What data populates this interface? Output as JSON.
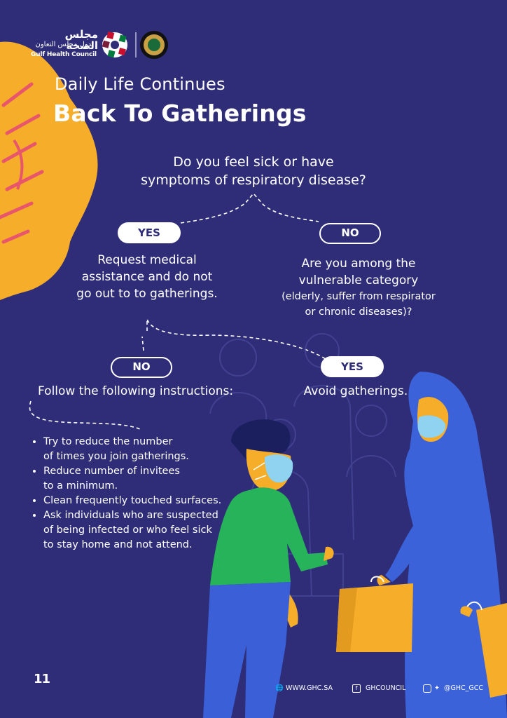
{
  "logo": {
    "arabic_name": "مجلس الصحة",
    "arabic_sub": "لدول مجلس التعاون",
    "english_name": "Gulf Health Council"
  },
  "header": {
    "subtitle": "Daily Life Continues",
    "title": "Back To Gatherings"
  },
  "question": {
    "line1": "Do you feel sick or have",
    "line2": "symptoms of respiratory disease?"
  },
  "branch1": {
    "yes_label": "YES",
    "yes_text": [
      "Request medical",
      "assistance and do not",
      "go out to to gatherings."
    ],
    "no_label": "NO",
    "no_question": [
      "Are you among the",
      "vulnerable category"
    ],
    "no_question_note": [
      "(elderly, suffer from respirator",
      "or chronic diseases)?"
    ]
  },
  "branch2": {
    "no_label": "NO",
    "no_text": "Follow the following instructions:",
    "yes_label": "YES",
    "yes_text": "Avoid gatherings."
  },
  "instructions": [
    [
      "Try to reduce the number",
      "of times you join gatherings."
    ],
    [
      "Reduce number of invitees",
      "to a minimum."
    ],
    [
      "Clean frequently touched surfaces."
    ],
    [
      "Ask individuals who are suspected",
      "of being infected or who feel sick",
      "to stay home and not attend."
    ]
  ],
  "footer": {
    "page_number": "11",
    "website": "WWW.GHC.SA",
    "facebook": "GHCOUNCIL",
    "social": "@GHC_GCC"
  },
  "colors": {
    "background": "#2f2d78",
    "accent_yellow": "#f6ad29",
    "accent_pink": "#e8566b",
    "shirt_green": "#27b35a",
    "pants_blue": "#3a5fd6",
    "mask_blue": "#8fd3f0",
    "robe_blue": "#3b62d8"
  }
}
